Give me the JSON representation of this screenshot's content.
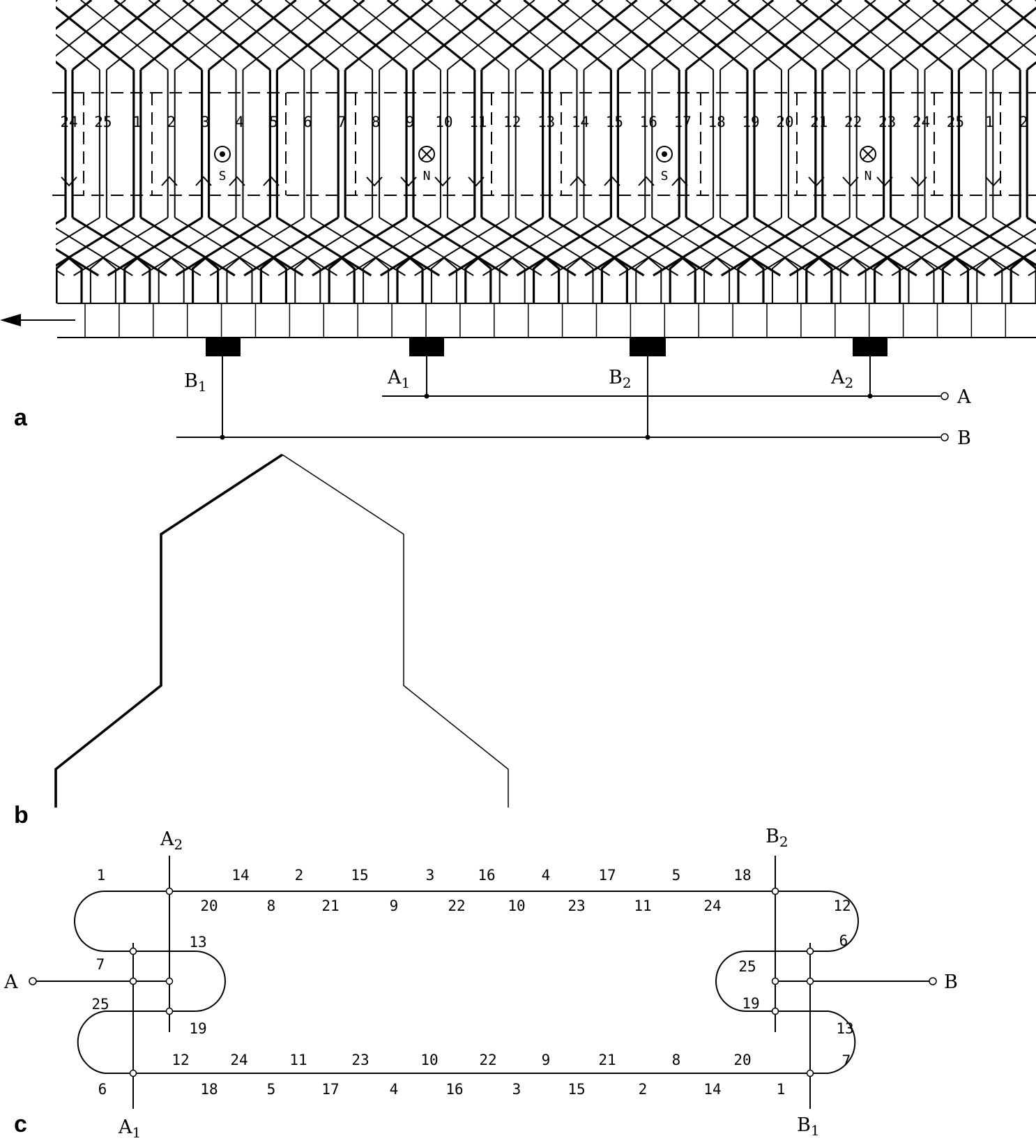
{
  "panel_labels": [
    "a",
    "b",
    "c"
  ],
  "panel_a": {
    "slot_numbers": [
      "24",
      "25",
      "1",
      "2",
      "3",
      "4",
      "5",
      "6",
      "7",
      "8",
      "9",
      "10",
      "11",
      "12",
      "13",
      "14",
      "15",
      "16",
      "17",
      "18",
      "19",
      "20",
      "21",
      "22",
      "23",
      "24",
      "25",
      "1",
      "2"
    ],
    "pole_labels": [
      "S",
      "N",
      "S",
      "N"
    ],
    "brushes": [
      {
        "main": "B",
        "sub": "1"
      },
      {
        "main": "A",
        "sub": "1"
      },
      {
        "main": "B",
        "sub": "2"
      },
      {
        "main": "A",
        "sub": "2"
      }
    ],
    "outputs": [
      "A",
      "B"
    ]
  },
  "panel_c": {
    "top_labels": [
      {
        "main": "A",
        "sub": "2"
      },
      {
        "main": "B",
        "sub": "2"
      }
    ],
    "bottom_labels": [
      {
        "main": "A",
        "sub": "1"
      },
      {
        "main": "B",
        "sub": "1"
      }
    ],
    "outputs": [
      "A",
      "B"
    ],
    "top_row_upper": [
      "1",
      "14",
      "2",
      "15",
      "3",
      "16",
      "4",
      "17",
      "5",
      "18"
    ],
    "top_row_lower": [
      "20",
      "8",
      "21",
      "9",
      "22",
      "10",
      "23",
      "11",
      "24",
      "12"
    ],
    "left_loop": [
      "13",
      "7",
      "25",
      "19"
    ],
    "right_loop": [
      "6",
      "25",
      "19",
      "13",
      "7"
    ],
    "bottom_row_upper": [
      "12",
      "24",
      "11",
      "23",
      "10",
      "22",
      "9",
      "21",
      "8",
      "20"
    ],
    "bottom_row_lower": [
      "6",
      "18",
      "5",
      "17",
      "4",
      "16",
      "3",
      "15",
      "2",
      "14",
      "1"
    ]
  }
}
